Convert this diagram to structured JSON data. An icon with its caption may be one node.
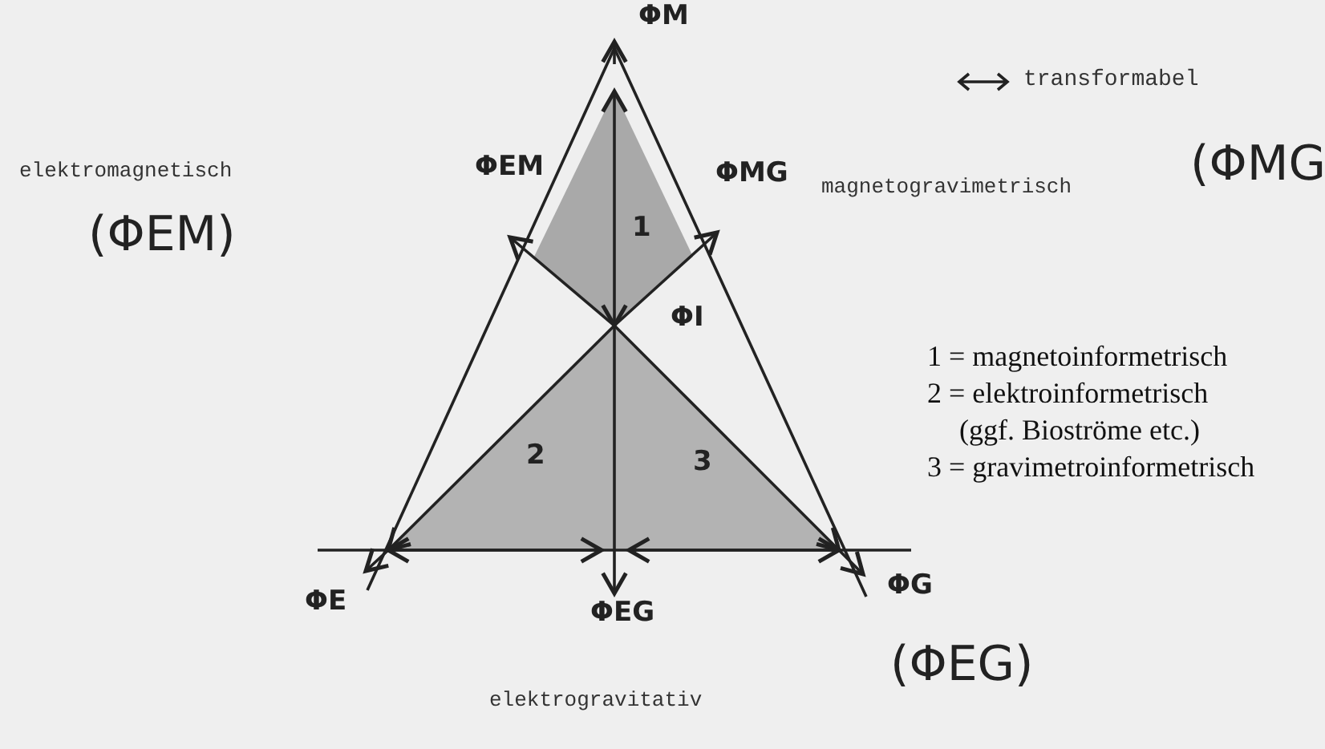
{
  "diagram": {
    "labels": [
      "ΦM",
      "elektromagnetisch",
      "ΦEM",
      "ΦMG",
      "magnetogravimetrisch",
      "(ΦMG",
      "(ΦEM)",
      "1",
      "ΦI",
      "1 = magnetoinformetrisch",
      "2 = elektroinformetrisch",
      "(ggf. Bioströme etc.)",
      "2",
      "3",
      "3 = gravimetroinformetrisch",
      "ΦE",
      "ΦEG",
      "ΦG",
      "elektrogravitativ",
      "(ΦEG)"
    ],
    "legend": [
      {
        "text": "transformabel"
      }
    ]
  }
}
